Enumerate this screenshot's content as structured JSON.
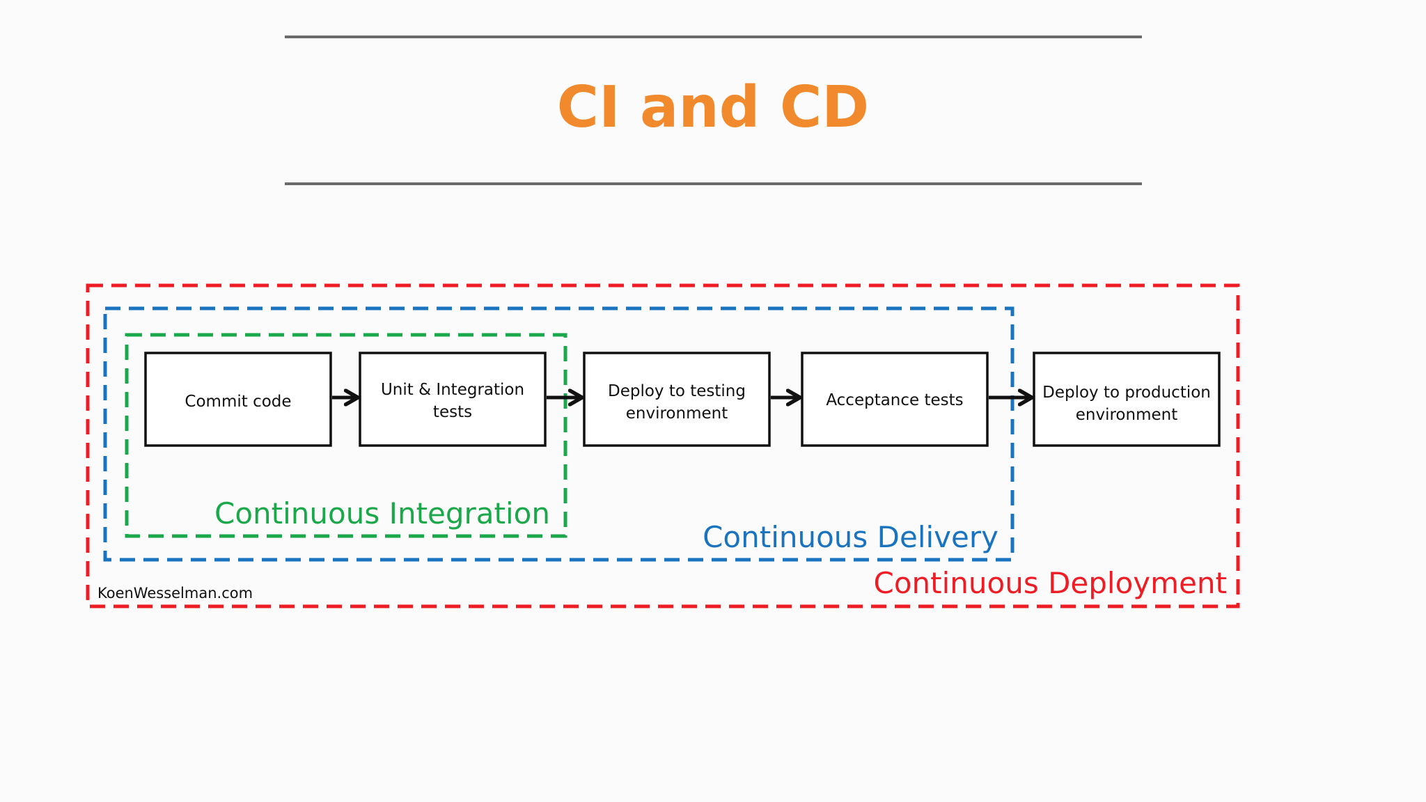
{
  "title": "CI and CD",
  "colors": {
    "title": "#f08a2c",
    "rules": "#6b6b6b",
    "integration": "#1aa84a",
    "delivery": "#1a73bf",
    "deployment": "#ee1c24",
    "box_border": "#111111"
  },
  "steps": [
    {
      "line1": "Commit code",
      "line2": ""
    },
    {
      "line1": "Unit & Integration",
      "line2": "tests"
    },
    {
      "line1": "Deploy to testing",
      "line2": "environment"
    },
    {
      "line1": "Acceptance tests",
      "line2": ""
    },
    {
      "line1": "Deploy to production",
      "line2": "environment"
    }
  ],
  "regions": {
    "integration": "Continuous Integration",
    "delivery": "Continuous Delivery",
    "deployment": "Continuous Deployment"
  },
  "watermark": "KoenWesselman.com"
}
